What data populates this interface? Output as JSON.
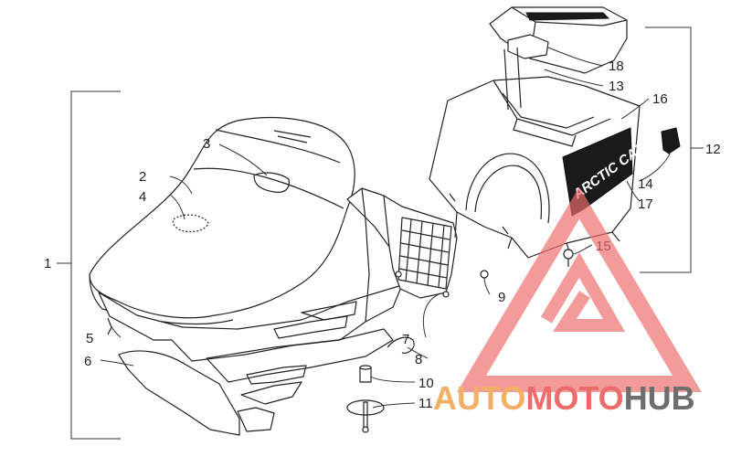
{
  "callouts": {
    "c1": "1",
    "c2": "2",
    "c3": "3",
    "c4": "4",
    "c5": "5",
    "c6": "6",
    "c7": "7",
    "c8": "8",
    "c9": "9",
    "c10": "10",
    "c11": "11",
    "c12": "12",
    "c13": "13",
    "c14": "14",
    "c15": "15",
    "c16": "16",
    "c17": "17",
    "c18": "18"
  },
  "brand_decal": "ARCTIC CAT",
  "watermark": {
    "part1": "AUTO",
    "part2": "MOTO",
    "part3": "HUB",
    "colors": {
      "orange": "#f2b066",
      "red": "#ee6b6b",
      "gray": "#6e6e6e"
    }
  }
}
